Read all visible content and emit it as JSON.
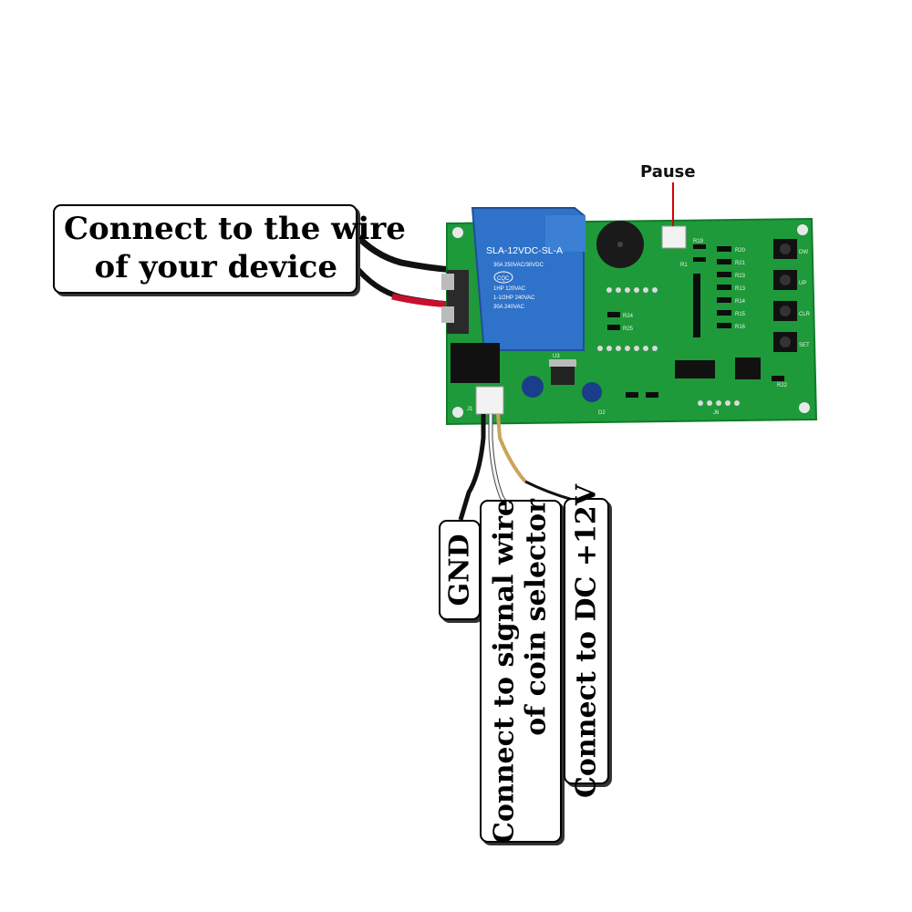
{
  "callouts": {
    "device": {
      "line1": "Connect to the wire",
      "line2": "of your device"
    },
    "gnd": "GND",
    "signal": {
      "line1": "Connect to signal wire",
      "line2": "of coin selector"
    },
    "dc": "Connect to DC +12V"
  },
  "pause_label": "Pause",
  "board": {
    "relay": {
      "model": "SLA-12VDC-SL-A",
      "rating1": "30A 250VAC/30VDC",
      "cert": "CQC",
      "rating2": "1HP 120VAC",
      "rating3": "1-1/2HP 240VAC",
      "rating4": "30A 240VAC"
    },
    "resistor_labels": [
      "R19",
      "R1",
      "R20",
      "R21",
      "R23",
      "R13",
      "R14",
      "R15",
      "R16",
      "R24",
      "R25",
      "R22"
    ],
    "button_labels": [
      "DW",
      "UP",
      "CLR",
      "SET"
    ],
    "connector_labels": [
      "J1",
      "J6",
      "U3",
      "D2"
    ]
  },
  "colors": {
    "pcb_green": "#1e9a3a",
    "relay_blue": "#2f72c9",
    "wire_red": "#c8102e",
    "wire_black": "#111111",
    "pause_marker": "#d40000"
  }
}
